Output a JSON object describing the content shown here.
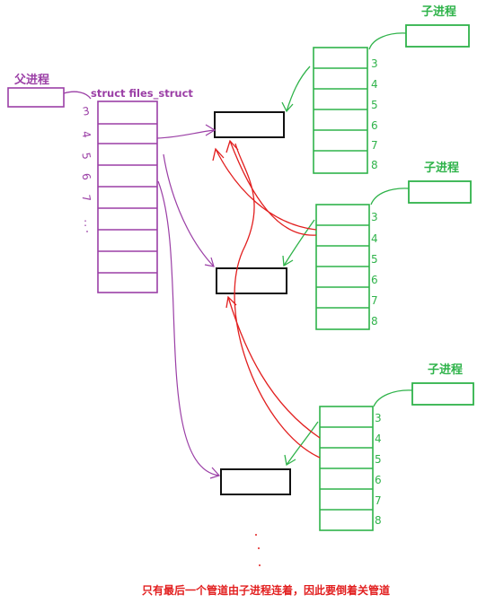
{
  "parent": {
    "label": "父进程",
    "struct_label": "struct files_struct",
    "fd_digits": [
      "3",
      "4",
      "5",
      "6",
      "7",
      ":"
    ],
    "color": "#9b3fa6",
    "slot_count": 9
  },
  "children": [
    {
      "label": "子进程",
      "fd_digits": [
        "3",
        "4",
        "5",
        "6",
        "7",
        "8"
      ]
    },
    {
      "label": "子进程",
      "fd_digits": [
        "3",
        "4",
        "5",
        "6",
        "7",
        "8"
      ]
    },
    {
      "label": "子进程",
      "fd_digits": [
        "3",
        "4",
        "5",
        "6",
        "7",
        "8"
      ]
    }
  ],
  "child_color": "#2fb34a",
  "red_color": "#e21f1f",
  "caption": "只有最后一个管道由子进程连着，因此要倒着关管道"
}
